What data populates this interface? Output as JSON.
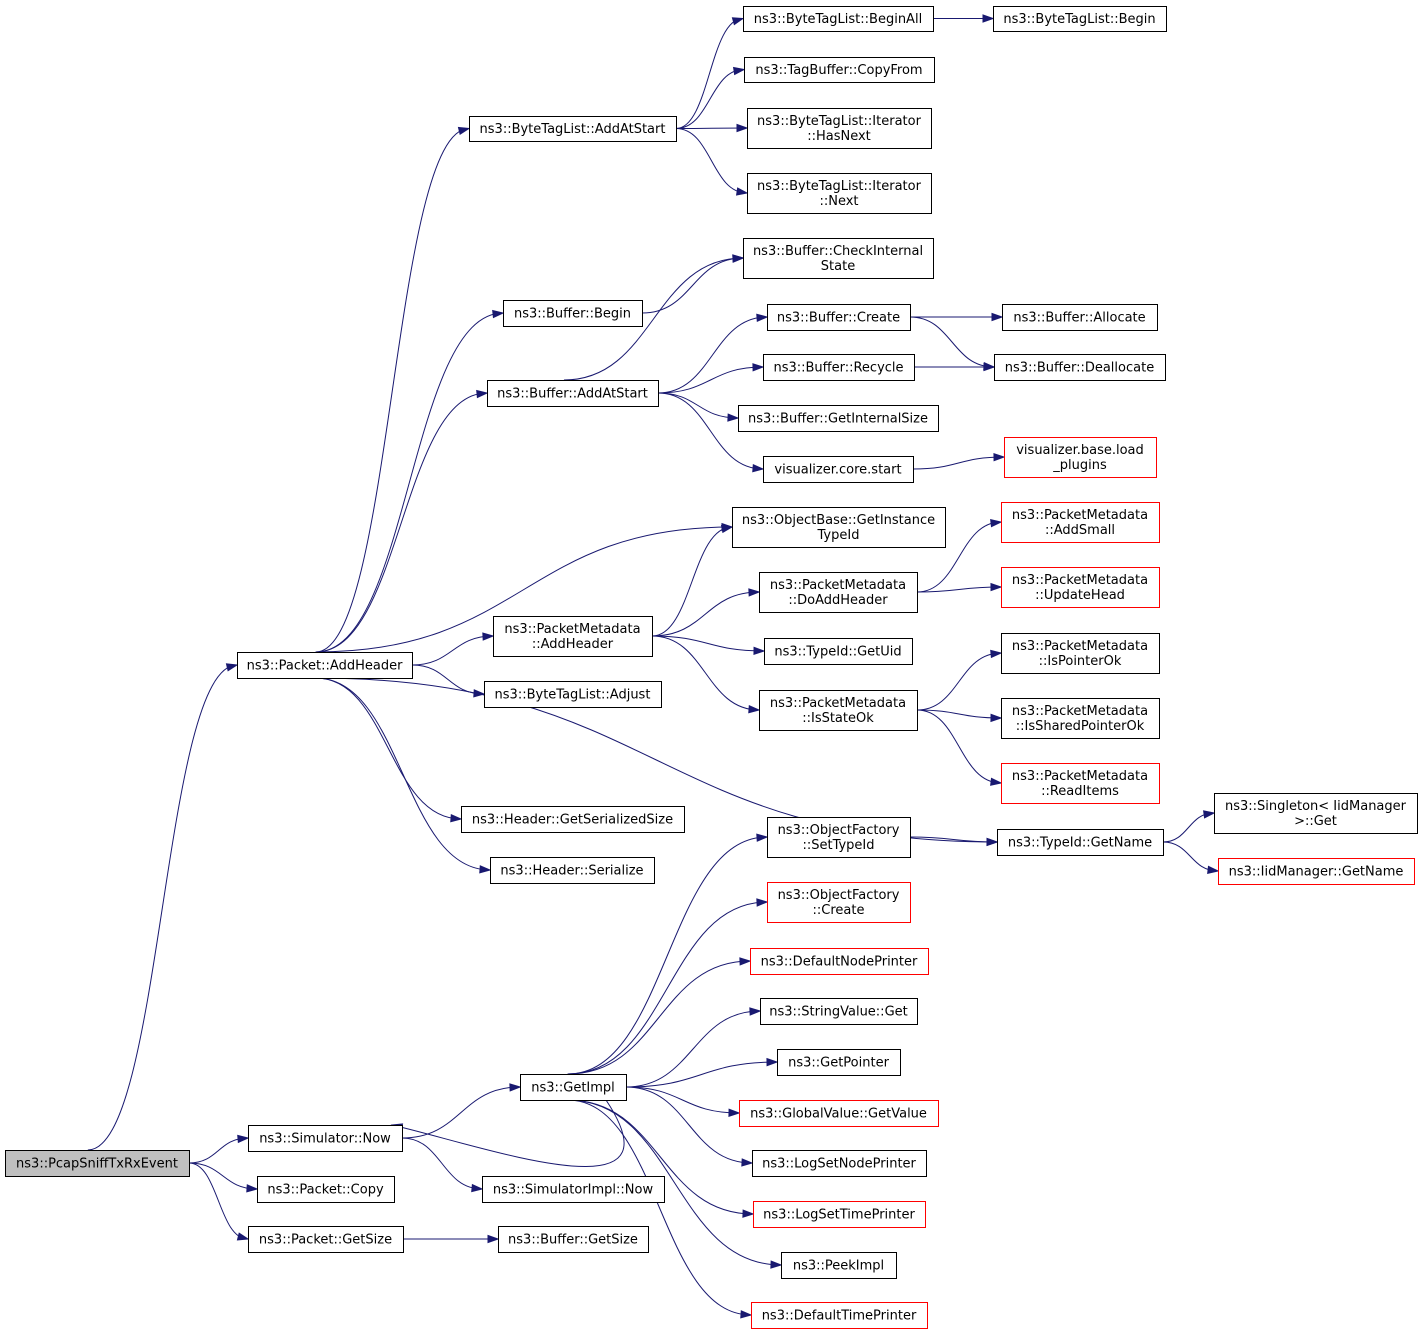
{
  "colors": {
    "edge": "#191970",
    "node_border": "#000000",
    "truncated_node_border": "#ff0000",
    "root_fill": "#bfbfbf",
    "node_fill": "#ffffff"
  },
  "nodes": [
    {
      "id": "pcap",
      "lines": [
        "ns3::PcapSniffTxRxEvent"
      ],
      "root": true
    },
    {
      "id": "pkt_addheader",
      "lines": [
        "ns3::Packet::AddHeader"
      ]
    },
    {
      "id": "sim_now",
      "lines": [
        "ns3::Simulator::Now"
      ]
    },
    {
      "id": "pkt_copy",
      "lines": [
        "ns3::Packet::Copy"
      ]
    },
    {
      "id": "pkt_getsize",
      "lines": [
        "ns3::Packet::GetSize"
      ]
    },
    {
      "id": "btl_addatstart",
      "lines": [
        "ns3::ByteTagList::AddAtStart"
      ]
    },
    {
      "id": "buf_begin",
      "lines": [
        "ns3::Buffer::Begin"
      ]
    },
    {
      "id": "buf_addatstart",
      "lines": [
        "ns3::Buffer::AddAtStart"
      ]
    },
    {
      "id": "pm_addheader",
      "lines": [
        "ns3::PacketMetadata",
        "::AddHeader"
      ]
    },
    {
      "id": "btl_adjust",
      "lines": [
        "ns3::ByteTagList::Adjust"
      ]
    },
    {
      "id": "hdr_serialsize",
      "lines": [
        "ns3::Header::GetSerializedSize"
      ]
    },
    {
      "id": "hdr_serialize",
      "lines": [
        "ns3::Header::Serialize"
      ]
    },
    {
      "id": "getimpl",
      "lines": [
        "ns3::GetImpl"
      ]
    },
    {
      "id": "simimpl_now",
      "lines": [
        "ns3::SimulatorImpl::Now"
      ]
    },
    {
      "id": "buf_getsize",
      "lines": [
        "ns3::Buffer::GetSize"
      ]
    },
    {
      "id": "btl_beginall",
      "lines": [
        "ns3::ByteTagList::BeginAll"
      ]
    },
    {
      "id": "btl_begin",
      "lines": [
        "ns3::ByteTagList::Begin"
      ]
    },
    {
      "id": "tb_copyfrom",
      "lines": [
        "ns3::TagBuffer::CopyFrom"
      ]
    },
    {
      "id": "btl_it_hasnext",
      "lines": [
        "ns3::ByteTagList::Iterator",
        "::HasNext"
      ]
    },
    {
      "id": "btl_it_next",
      "lines": [
        "ns3::ByteTagList::Iterator",
        "::Next"
      ]
    },
    {
      "id": "buf_checkinternal",
      "lines": [
        "ns3::Buffer::CheckInternal",
        "State"
      ]
    },
    {
      "id": "buf_create",
      "lines": [
        "ns3::Buffer::Create"
      ]
    },
    {
      "id": "buf_recycle",
      "lines": [
        "ns3::Buffer::Recycle"
      ]
    },
    {
      "id": "buf_getinternalsize",
      "lines": [
        "ns3::Buffer::GetInternalSize"
      ]
    },
    {
      "id": "vis_core_start",
      "lines": [
        "visualizer.core.start"
      ]
    },
    {
      "id": "buf_allocate",
      "lines": [
        "ns3::Buffer::Allocate"
      ]
    },
    {
      "id": "buf_deallocate",
      "lines": [
        "ns3::Buffer::Deallocate"
      ]
    },
    {
      "id": "vis_base_load",
      "lines": [
        "visualizer.base.load",
        "_plugins"
      ],
      "truncated": true
    },
    {
      "id": "ob_getinstancetypeid",
      "lines": [
        "ns3::ObjectBase::GetInstance",
        "TypeId"
      ]
    },
    {
      "id": "pm_doaddheader",
      "lines": [
        "ns3::PacketMetadata",
        "::DoAddHeader"
      ]
    },
    {
      "id": "typeid_getuid",
      "lines": [
        "ns3::TypeId::GetUid"
      ]
    },
    {
      "id": "pm_isstateok",
      "lines": [
        "ns3::PacketMetadata",
        "::IsStateOk"
      ]
    },
    {
      "id": "pm_addsmall",
      "lines": [
        "ns3::PacketMetadata",
        "::AddSmall"
      ],
      "truncated": true
    },
    {
      "id": "pm_updatehead",
      "lines": [
        "ns3::PacketMetadata",
        "::UpdateHead"
      ],
      "truncated": true
    },
    {
      "id": "pm_ispointerok",
      "lines": [
        "ns3::PacketMetadata",
        "::IsPointerOk"
      ]
    },
    {
      "id": "pm_issharedpointerok",
      "lines": [
        "ns3::PacketMetadata",
        "::IsSharedPointerOk"
      ]
    },
    {
      "id": "pm_readitems",
      "lines": [
        "ns3::PacketMetadata",
        "::ReadItems"
      ],
      "truncated": true
    },
    {
      "id": "typeid_getname",
      "lines": [
        "ns3::TypeId::GetName"
      ]
    },
    {
      "id": "singleton_get",
      "lines": [
        "ns3::Singleton< IidManager",
        ">::Get"
      ]
    },
    {
      "id": "iidmanager_getname",
      "lines": [
        "ns3::IidManager::GetName"
      ],
      "truncated": true
    },
    {
      "id": "of_settypeid",
      "lines": [
        "ns3::ObjectFactory",
        "::SetTypeId"
      ]
    },
    {
      "id": "of_create",
      "lines": [
        "ns3::ObjectFactory",
        "::Create"
      ],
      "truncated": true
    },
    {
      "id": "defaultnodeprinter",
      "lines": [
        "ns3::DefaultNodePrinter"
      ],
      "truncated": true
    },
    {
      "id": "stringvalue_get",
      "lines": [
        "ns3::StringValue::Get"
      ]
    },
    {
      "id": "getpointer",
      "lines": [
        "ns3::GetPointer"
      ]
    },
    {
      "id": "globalvalue_getvalue",
      "lines": [
        "ns3::GlobalValue::GetValue"
      ],
      "truncated": true
    },
    {
      "id": "logsetnodeprinter",
      "lines": [
        "ns3::LogSetNodePrinter"
      ]
    },
    {
      "id": "logsettimeprinter",
      "lines": [
        "ns3::LogSetTimePrinter"
      ],
      "truncated": true
    },
    {
      "id": "peekimpl",
      "lines": [
        "ns3::PeekImpl"
      ]
    },
    {
      "id": "defaulttimeprinter",
      "lines": [
        "ns3::DefaultTimePrinter"
      ],
      "truncated": true
    }
  ],
  "edges": [
    [
      "pcap",
      "pkt_addheader"
    ],
    [
      "pcap",
      "sim_now"
    ],
    [
      "pcap",
      "pkt_copy"
    ],
    [
      "pcap",
      "pkt_getsize"
    ],
    [
      "pkt_addheader",
      "btl_addatstart"
    ],
    [
      "pkt_addheader",
      "buf_begin"
    ],
    [
      "pkt_addheader",
      "buf_addatstart"
    ],
    [
      "pkt_addheader",
      "ob_getinstancetypeid"
    ],
    [
      "pkt_addheader",
      "pm_addheader"
    ],
    [
      "pkt_addheader",
      "btl_adjust"
    ],
    [
      "pkt_addheader",
      "typeid_getname"
    ],
    [
      "pkt_addheader",
      "hdr_serialsize"
    ],
    [
      "pkt_addheader",
      "hdr_serialize"
    ],
    [
      "btl_addatstart",
      "btl_beginall"
    ],
    [
      "btl_addatstart",
      "tb_copyfrom"
    ],
    [
      "btl_addatstart",
      "btl_it_hasnext"
    ],
    [
      "btl_addatstart",
      "btl_it_next"
    ],
    [
      "btl_beginall",
      "btl_begin"
    ],
    [
      "buf_begin",
      "buf_checkinternal"
    ],
    [
      "buf_addatstart",
      "buf_checkinternal"
    ],
    [
      "buf_addatstart",
      "buf_create"
    ],
    [
      "buf_addatstart",
      "buf_recycle"
    ],
    [
      "buf_addatstart",
      "buf_getinternalsize"
    ],
    [
      "buf_addatstart",
      "vis_core_start"
    ],
    [
      "buf_create",
      "buf_allocate"
    ],
    [
      "buf_create",
      "buf_deallocate"
    ],
    [
      "buf_recycle",
      "buf_deallocate"
    ],
    [
      "vis_core_start",
      "vis_base_load"
    ],
    [
      "pm_addheader",
      "ob_getinstancetypeid"
    ],
    [
      "pm_addheader",
      "pm_doaddheader"
    ],
    [
      "pm_addheader",
      "typeid_getuid"
    ],
    [
      "pm_addheader",
      "pm_isstateok"
    ],
    [
      "pm_doaddheader",
      "pm_addsmall"
    ],
    [
      "pm_doaddheader",
      "pm_updatehead"
    ],
    [
      "pm_isstateok",
      "pm_ispointerok"
    ],
    [
      "pm_isstateok",
      "pm_issharedpointerok"
    ],
    [
      "pm_isstateok",
      "pm_readitems"
    ],
    [
      "typeid_getname",
      "singleton_get"
    ],
    [
      "typeid_getname",
      "iidmanager_getname"
    ],
    [
      "sim_now",
      "getimpl"
    ],
    [
      "sim_now",
      "simimpl_now"
    ],
    [
      "getimpl",
      "of_settypeid"
    ],
    [
      "getimpl",
      "of_create"
    ],
    [
      "getimpl",
      "defaultnodeprinter"
    ],
    [
      "getimpl",
      "stringvalue_get"
    ],
    [
      "getimpl",
      "getpointer"
    ],
    [
      "getimpl",
      "globalvalue_getvalue"
    ],
    [
      "getimpl",
      "logsetnodeprinter"
    ],
    [
      "getimpl",
      "logsettimeprinter"
    ],
    [
      "getimpl",
      "peekimpl"
    ],
    [
      "getimpl",
      "defaulttimeprinter"
    ],
    [
      "getimpl",
      "sim_now"
    ],
    [
      "of_settypeid",
      "typeid_getname"
    ],
    [
      "pkt_getsize",
      "buf_getsize"
    ]
  ]
}
